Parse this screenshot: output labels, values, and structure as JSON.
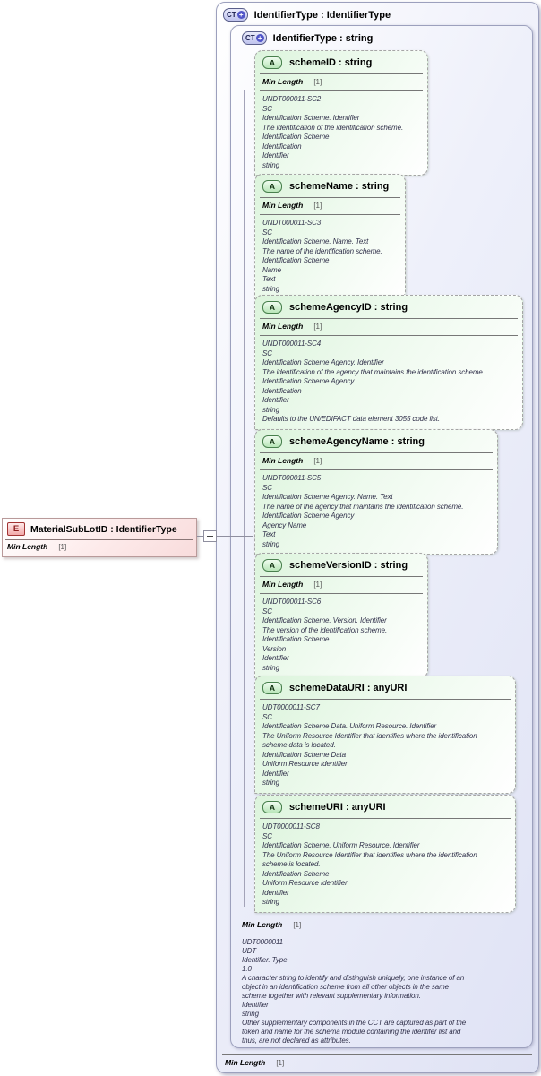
{
  "outer_type": {
    "badge": "CT",
    "plus": "+",
    "title": "IdentifierType : IdentifierType",
    "facet": {
      "label": "Min Length",
      "value": "[1]"
    }
  },
  "inner_type": {
    "badge": "CT",
    "plus": "+",
    "title": "IdentifierType : string",
    "facet": {
      "label": "Min Length",
      "value": "[1]"
    },
    "annotation": [
      "UDT0000011",
      "UDT",
      "Identifier. Type",
      "1.0",
      "A character string to identify and distinguish uniquely, one instance of an",
      "object in an identification scheme from all other objects in the same",
      "scheme together with relevant supplementary information.",
      "Identifier",
      "string",
      "Other supplementary components in the CCT are captured as part of the",
      "token and name for the schema module containing the identifer list and",
      "thus, are not declared as attributes."
    ]
  },
  "attributes": [
    {
      "badge": "A",
      "title": "schemeID : string",
      "facet": {
        "label": "Min Length",
        "value": "[1]"
      },
      "lines": [
        "UNDT000011-SC2",
        "SC",
        "Identification Scheme. Identifier",
        "The identification of the identification scheme.",
        "Identification Scheme",
        "Identification",
        "Identifier",
        "string"
      ]
    },
    {
      "badge": "A",
      "title": "schemeName : string",
      "facet": {
        "label": "Min Length",
        "value": "[1]"
      },
      "lines": [
        "UNDT000011-SC3",
        "SC",
        "Identification Scheme. Name. Text",
        "The name of the identification scheme.",
        "Identification Scheme",
        "Name",
        "Text",
        "string"
      ]
    },
    {
      "badge": "A",
      "title": "schemeAgencyID : string",
      "facet": {
        "label": "Min Length",
        "value": "[1]"
      },
      "lines": [
        "UNDT000011-SC4",
        "SC",
        "Identification Scheme Agency. Identifier",
        "The identification of the agency that maintains the identification scheme.",
        "Identification Scheme Agency",
        "Identification",
        "Identifier",
        "string",
        "Defaults to the UN/EDIFACT data element 3055 code list."
      ]
    },
    {
      "badge": "A",
      "title": "schemeAgencyName : string",
      "facet": {
        "label": "Min Length",
        "value": "[1]"
      },
      "lines": [
        "UNDT000011-SC5",
        "SC",
        "Identification Scheme Agency. Name. Text",
        "The name of the agency that maintains the identification scheme.",
        "Identification Scheme Agency",
        "Agency Name",
        "Text",
        "string"
      ]
    },
    {
      "badge": "A",
      "title": "schemeVersionID : string",
      "facet": {
        "label": "Min Length",
        "value": "[1]"
      },
      "lines": [
        "UNDT000011-SC6",
        "SC",
        "Identification Scheme. Version. Identifier",
        "The version of the identification scheme.",
        "Identification Scheme",
        "Version",
        "Identifier",
        "string"
      ]
    },
    {
      "badge": "A",
      "title": "schemeDataURI : anyURI",
      "facet": null,
      "lines": [
        "UDT0000011-SC7",
        "SC",
        "Identification Scheme Data. Uniform Resource. Identifier",
        "The Uniform Resource Identifier that identifies where the identification",
        "scheme data is located.",
        "Identification Scheme Data",
        "Uniform Resource Identifier",
        "Identifier",
        "string"
      ]
    },
    {
      "badge": "A",
      "title": "schemeURI : anyURI",
      "facet": null,
      "lines": [
        "UDT0000011-SC8",
        "SC",
        "Identification Scheme. Uniform Resource. Identifier",
        "The Uniform Resource Identifier that identifies where the identification",
        "scheme is located.",
        "Identification Scheme",
        "Uniform Resource Identifier",
        "Identifier",
        "string"
      ]
    }
  ],
  "element": {
    "badge": "E",
    "title": "MaterialSubLotID : IdentifierType",
    "facet": {
      "label": "Min Length",
      "value": "[1]"
    }
  },
  "colors": {
    "type_box_fill": "#e0e3f5",
    "type_box_border": "#9ca0bd",
    "attribute_fill": "#dcf4dc",
    "attribute_border": "#a5a5a5",
    "element_fill": "#f8dcdc",
    "element_border": "#b99a9a",
    "ct_badge_fill": "#bfc3ee",
    "a_badge_fill": "#b9e6b9",
    "e_badge_fill": "#f2aaaa",
    "annotation_text": "#30304a"
  }
}
